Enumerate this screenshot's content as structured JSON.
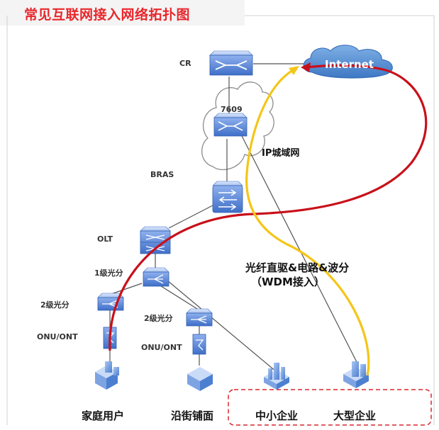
{
  "title": "常见互联网接入网络拓扑图",
  "nodes": {
    "cr": "CR",
    "internet": "Internet",
    "n7609": "7609",
    "bras": "BRAS",
    "olt": "OLT",
    "splitter1": "1级光分",
    "splitter2_left": "2级光分",
    "splitter2_right": "2级光分",
    "onu_left": "ONU/ONT",
    "onu_right": "ONU/ONT"
  },
  "cloud_label": "IP城域网",
  "access_note": {
    "line1": "光纤直驱&电路&波分",
    "line2": "（WDM接入）"
  },
  "endpoints": {
    "home": "家庭用户",
    "shop": "沿街铺面",
    "sme": "中小企业",
    "large": "大型企业"
  },
  "colors": {
    "red_path": "#c8101a",
    "yellow_path": "#f5c518",
    "device_blue": "#5b86d6",
    "highlight_box": "#d9262c",
    "title_red": "#e8272c"
  }
}
